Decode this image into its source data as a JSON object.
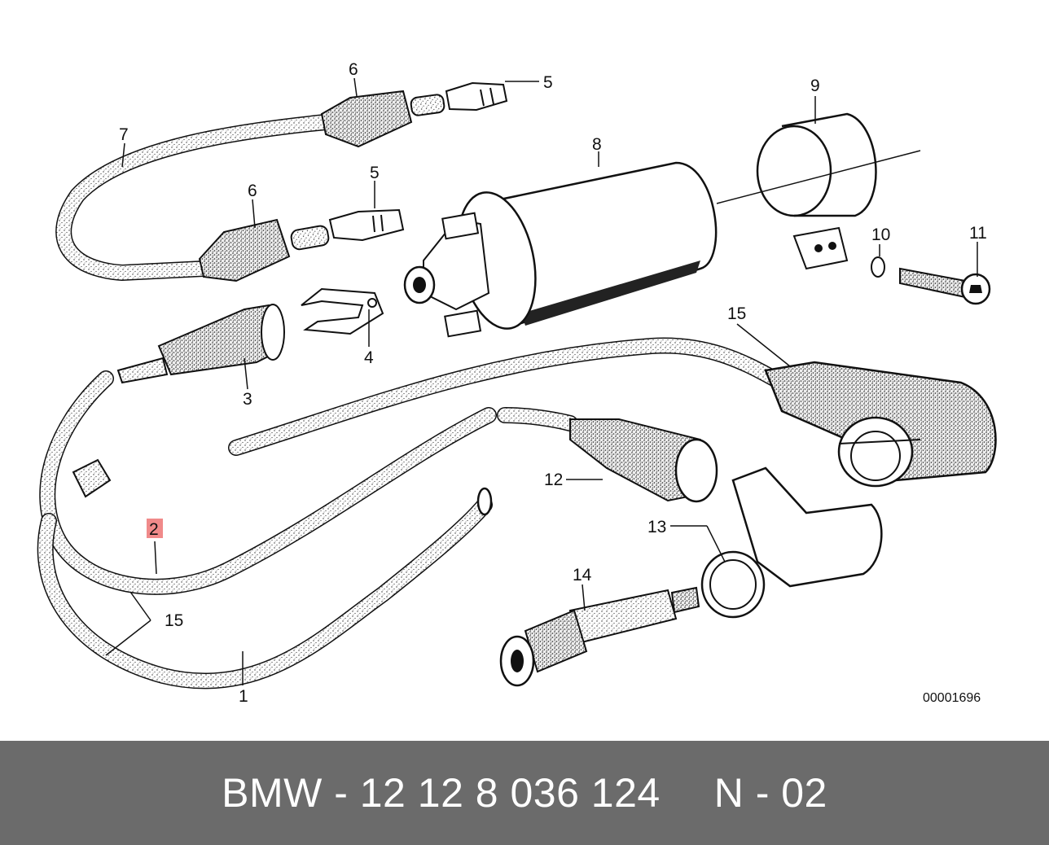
{
  "diagram": {
    "callouts": {
      "c1": "1",
      "c2": "2",
      "c3": "3",
      "c4": "4",
      "c5a": "5",
      "c5b": "5",
      "c6a": "6",
      "c6b": "6",
      "c7": "7",
      "c8": "8",
      "c9": "9",
      "c10": "10",
      "c11": "11",
      "c12": "12",
      "c13": "13",
      "c14": "14",
      "c15a": "15",
      "c15b": "15"
    },
    "highlighted_part": "2",
    "highlight_color": "#f08a8a",
    "reference_code": "00001696"
  },
  "footer": {
    "part_number": "BMW - 12 12 8 036 124",
    "position": "N - 02",
    "background": "#6b6b6b"
  }
}
